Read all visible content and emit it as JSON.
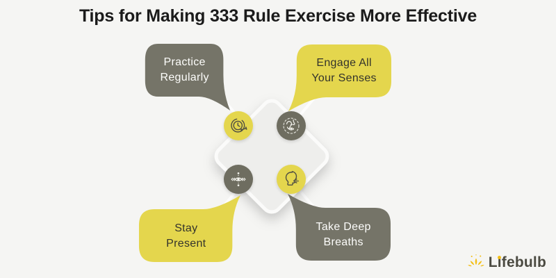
{
  "title": {
    "text": "Tips for Making 333 Rule Exercise More Effective"
  },
  "bubbles": {
    "practice": {
      "label": "Practice\nRegularly"
    },
    "engage": {
      "label": "Engage All\nYour Senses"
    },
    "stay": {
      "label": "Stay\nPresent"
    },
    "breaths": {
      "label": "Take Deep\nBreaths"
    }
  },
  "icons": {
    "practice": "clock-dumbbell-icon",
    "engage": "ear-nose-eye-senses-icon",
    "stay": "eye-focus-arrows-icon",
    "breaths": "breathing-head-icon"
  },
  "logo": {
    "brand": "Lifebulb"
  },
  "colors": {
    "background": "#f5f5f3",
    "yellow": "#e4d64d",
    "olive": "#757468",
    "title_text": "#1b1b1b",
    "bubble_text_light": "#fdfdfb",
    "bubble_text_dark": "#33332c",
    "diamond_fill": "#eeeeec",
    "logo_text": "#4b4a41",
    "logo_mark": "#f3bf17"
  }
}
